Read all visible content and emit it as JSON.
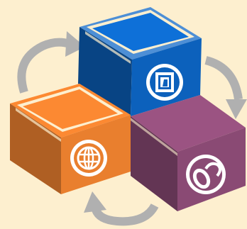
{
  "illustration": {
    "colors": {
      "background": "#fdefcf",
      "arrow": "#b0b0b0",
      "blue_box": "#0c61bc",
      "orange_box": "#e97f2e",
      "purple_box": "#8a4a74",
      "icon": "#ffffff"
    },
    "boxes": [
      {
        "color_key": "blue_box",
        "icon": "document-share-icon"
      },
      {
        "color_key": "orange_box",
        "icon": "globe-icon"
      },
      {
        "color_key": "purple_box",
        "icon": "mouse-icon"
      }
    ],
    "arrows": [
      "cycle-arrow-top-left",
      "cycle-arrow-right",
      "cycle-arrow-bottom"
    ]
  }
}
